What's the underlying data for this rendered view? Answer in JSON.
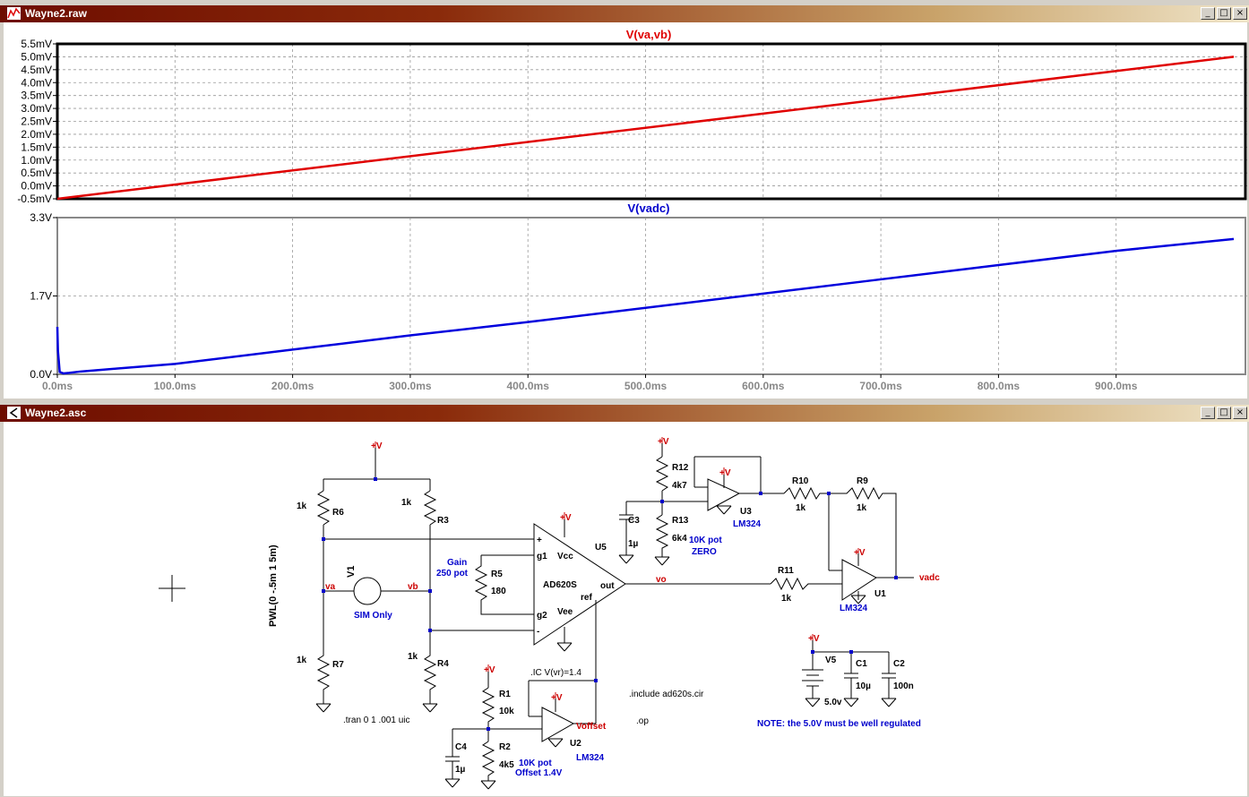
{
  "plot_window": {
    "title": "Wayne2.raw",
    "buttons": {
      "minimize": "_",
      "restore": "□",
      "close": "×"
    }
  },
  "schematic_window": {
    "title": "Wayne2.asc",
    "buttons": {
      "minimize": "_",
      "restore": "□",
      "close": "×"
    }
  },
  "chart_data": [
    {
      "type": "line",
      "title": "V(va,vb)",
      "title_color": "#e00000",
      "series": [
        {
          "name": "V(va,vb)",
          "color": "#e00000",
          "x": [
            0,
            1000
          ],
          "y": [
            -0.5,
            5.0
          ]
        }
      ],
      "ylim": [
        -0.5,
        5.5
      ],
      "yticks": [
        "5.5mV",
        "5.0mV",
        "4.5mV",
        "4.0mV",
        "3.5mV",
        "3.0mV",
        "2.5mV",
        "2.0mV",
        "1.5mV",
        "1.0mV",
        "0.5mV",
        "0.0mV",
        "-0.5mV"
      ],
      "ytick_values": [
        5.5,
        5.0,
        4.5,
        4.0,
        3.5,
        3.0,
        2.5,
        2.0,
        1.5,
        1.0,
        0.5,
        0.0,
        -0.5
      ],
      "xlim": [
        0,
        1000
      ],
      "grid": true
    },
    {
      "type": "line",
      "title": "V(vadc)",
      "title_color": "#0000cc",
      "series": [
        {
          "name": "V(vadc)",
          "color": "#0000dd",
          "x": [
            0,
            0.5,
            2,
            5,
            10,
            20,
            50,
            100,
            200,
            300,
            400,
            500,
            600,
            700,
            800,
            900,
            1000
          ],
          "y": [
            1.0,
            0.5,
            0.05,
            0.02,
            0.03,
            0.06,
            0.12,
            0.22,
            0.52,
            0.82,
            1.1,
            1.4,
            1.7,
            2.0,
            2.3,
            2.6,
            2.85
          ]
        }
      ],
      "ylim": [
        0,
        3.3
      ],
      "yticks": [
        "3.3V",
        "1.7V",
        "0.0V"
      ],
      "ytick_values": [
        3.3,
        1.65,
        0
      ],
      "xlim": [
        0,
        1000
      ],
      "xticks": [
        "0.0ms",
        "100.0ms",
        "200.0ms",
        "300.0ms",
        "400.0ms",
        "500.0ms",
        "600.0ms",
        "700.0ms",
        "800.0ms",
        "900.0ms"
      ],
      "xtick_values": [
        0,
        100,
        200,
        300,
        400,
        500,
        600,
        700,
        800,
        900
      ],
      "grid": true
    }
  ],
  "schematic": {
    "labels_black": {
      "r6_val": "1k",
      "r6": "R6",
      "r3_val": "1k",
      "r3": "R3",
      "r7_val": "1k",
      "r7": "R7",
      "r4_val": "1k",
      "r4": "R4",
      "v1": "V1",
      "pwl": "PWL(0 -.5m 1 5m)",
      "r5": "R5",
      "r5_val": "180",
      "u5": "U5",
      "u5_name": "AD620S",
      "pin_plus": "+",
      "pin_minus": "-",
      "pin_g1": "g1",
      "pin_g2": "g2",
      "pin_vcc": "Vcc",
      "pin_vee": "Vee",
      "pin_ref": "ref",
      "pin_out": "out",
      "r12": "R12",
      "r12_val": "4k7",
      "r13": "R13",
      "r13_val": "6k4",
      "c3": "C3",
      "c3_val": "1µ",
      "u3": "U3",
      "r10": "R10",
      "r10_val": "1k",
      "r9": "R9",
      "r9_val": "1k",
      "r11": "R11",
      "r11_val": "1k",
      "u1": "U1",
      "r1": "R1",
      "r1_val": "10k",
      "r2": "R2",
      "r2_val": "4k5",
      "c4": "C4",
      "c4_val": "1µ",
      "u2": "U2",
      "v5": "V5",
      "v5_val": "5.0v",
      "c1": "C1",
      "c1_val": "10µ",
      "c2": "C2",
      "c2_val": "100n",
      "tran": ".tran 0 1 .001 uic",
      "ic": ".IC V(vr)=1.4",
      "include": ".include ad620s.cir",
      "op": ".op"
    },
    "labels_blue": {
      "sim_only": "SIM Only",
      "gain": "Gain",
      "pot250": "250 pot",
      "pot10k_a": "10K pot",
      "zero": "ZERO",
      "lm324_u3": "LM324",
      "lm324_u1": "LM324",
      "pot10k_b": "10K pot",
      "offset": "Offset 1.4V",
      "lm324_u2": "LM324",
      "note": "NOTE: the 5.0V must be well regulated"
    },
    "net_labels": {
      "va": "va",
      "vb": "vb",
      "vo": "vo",
      "vadc": "vadc",
      "voffset": "Voffset"
    },
    "power_symbol": "+V"
  }
}
